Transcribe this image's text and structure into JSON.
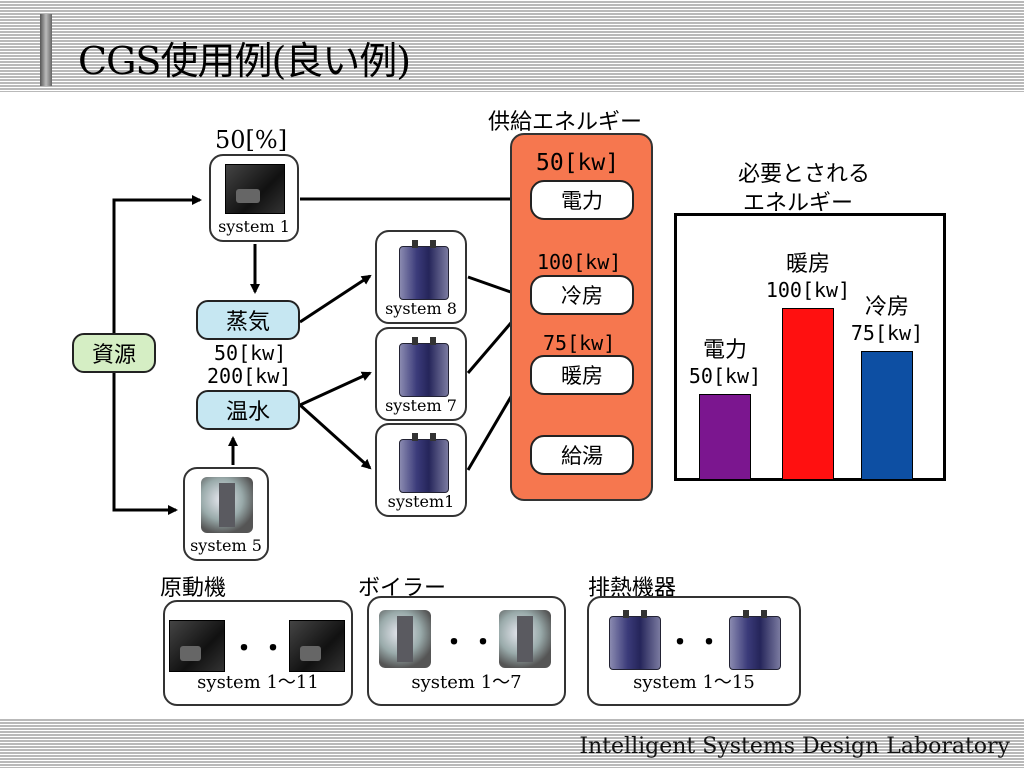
{
  "title": "CGS使用例(良い例)",
  "footer": "Intelligent Systems Design Laboratory",
  "resource": "資源",
  "top_system": {
    "percent": "50[%]",
    "caption": "system 1"
  },
  "steam": {
    "label": "蒸気",
    "value": "50[kw]"
  },
  "hot_water": {
    "label": "温水",
    "value": "200[kw]"
  },
  "boiler_system": {
    "caption": "system 5"
  },
  "exhaust_systems": {
    "a": "system 8",
    "b": "system 7",
    "c": "system1"
  },
  "supply": {
    "header": "供給エネルギー",
    "power_value": "50[kw]",
    "power_label": "電力",
    "cooling_value": "100[kw]",
    "cooling_label": "冷房",
    "heating_value": "75[kw]",
    "heating_label": "暖房",
    "hotwater_label": "給湯"
  },
  "needed": {
    "header_line1": "必要とされる",
    "header_line2": "エネルギー"
  },
  "chart_data": {
    "type": "bar",
    "categories": [
      "電力",
      "暖房",
      "冷房"
    ],
    "values": [
      50,
      100,
      75
    ],
    "value_labels": [
      "50[kw]",
      "100[kw]",
      "75[kw]"
    ],
    "colors": [
      "#7b168f",
      "#ff1010",
      "#0d4fa3"
    ],
    "unit": "kw",
    "ylim": [
      0,
      100
    ]
  },
  "groups": {
    "engine_title": "原動機",
    "engine_caption": "system 1～11",
    "boiler_title": "ボイラー",
    "boiler_caption": "system 1～7",
    "exhaust_title": "排熱機器",
    "exhaust_caption": "system 1～15",
    "ellipsis": "・・・"
  },
  "colors": {
    "supply_bar": "#f6774f",
    "pill_blue": "#c6e7f2",
    "pill_green": "#d5eec4"
  }
}
